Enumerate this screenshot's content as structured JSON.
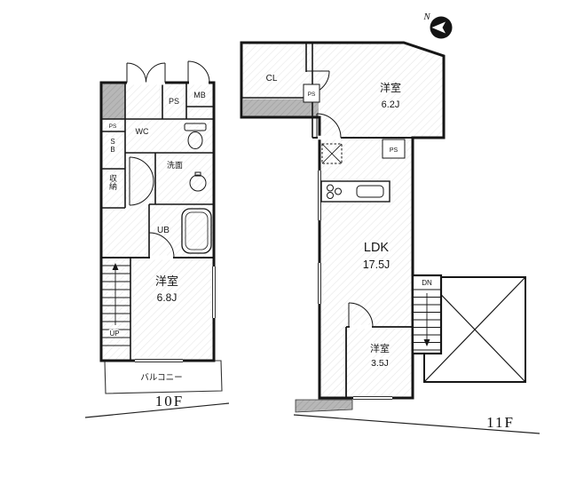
{
  "colors": {
    "wall": "#161616",
    "gray_area": "#b7b7b7",
    "floor_hatch": "#e6e6e6",
    "background": "#ffffff"
  },
  "compass": {
    "north_label": "N"
  },
  "floor_10f": {
    "floor_label": "10F",
    "labels": {
      "ps_meter": "PS",
      "mb_meter": "MB",
      "ps_shaft": "PS",
      "shoe_box": "SB",
      "storage": "収納",
      "wc": "WC",
      "washroom": "洗面",
      "unit_bath": "UB",
      "bedroom_name": "洋室",
      "bedroom_size": "6.8J",
      "stairs": "UP",
      "balcony": "バルコニー"
    }
  },
  "floor_11f": {
    "floor_label": "11F",
    "labels": {
      "closet": "CL",
      "ps_upper": "PS",
      "ps_lower": "PS",
      "bedroom1_name": "洋室",
      "bedroom1_size": "6.2J",
      "ldk_name": "LDK",
      "ldk_size": "17.5J",
      "bedroom2_name": "洋室",
      "bedroom2_size": "3.5J",
      "stairs": "DN"
    }
  }
}
